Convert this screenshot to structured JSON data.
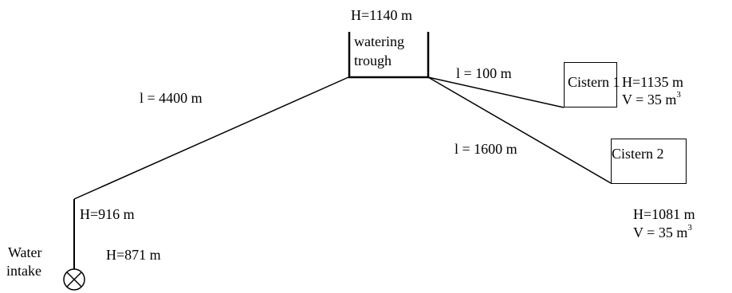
{
  "intake": {
    "label_line1": "Water",
    "label_line2": "intake",
    "elevation": "H=871 m"
  },
  "bend": {
    "elevation": "H=916 m"
  },
  "trough": {
    "elevation": "H=1140 m",
    "label_line1": "watering",
    "label_line2": "trough"
  },
  "pipes": {
    "main_length": "l = 4400 m",
    "to_cistern1_length": "l = 100 m",
    "to_cistern2_length": "l = 1600 m"
  },
  "cistern1": {
    "name": "Cistern 1",
    "elevation": "H=1135 m",
    "volume_prefix": "V = 35 m",
    "volume_exp": "3"
  },
  "cistern2": {
    "name": "Cistern 2",
    "elevation": "H=1081 m",
    "volume_prefix": "V = 35 m",
    "volume_exp": "3"
  }
}
